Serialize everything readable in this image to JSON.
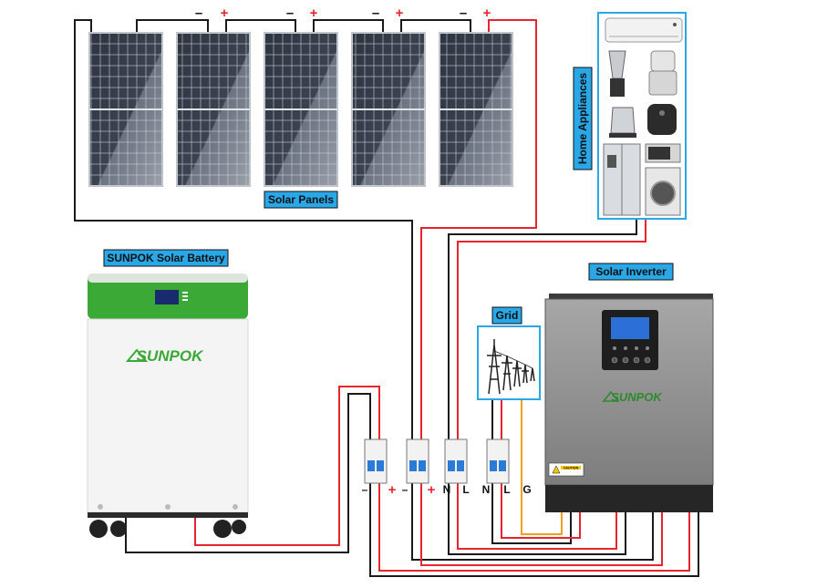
{
  "labels": {
    "solar_panels": "Solar Panels",
    "home_appliances": "Home Appliances",
    "battery_title": "SUNPOK Solar Battery",
    "inverter_title": "Solar Inverter",
    "grid": "Grid"
  },
  "brand": {
    "battery_logo": "SUNPOK",
    "inverter_logo": "SUNPOK"
  },
  "panel_signs": [
    {
      "minus": "–",
      "plus": "+"
    },
    {
      "minus": "–",
      "plus": "+"
    },
    {
      "minus": "–",
      "plus": "+"
    },
    {
      "minus": "–",
      "plus": "+"
    }
  ],
  "breaker_terminals": [
    "–",
    "+",
    "–",
    "+",
    "N",
    "L",
    "N",
    "L",
    "G"
  ],
  "caution_text": "CAUTION",
  "colors": {
    "wire_red": "#e8262c",
    "wire_black": "#1a1a1a",
    "wire_ground": "#f0a020",
    "label_blue": "#2aa7e6",
    "battery_green": "#3aa935",
    "inverter_grey": "#8f8f8f"
  }
}
